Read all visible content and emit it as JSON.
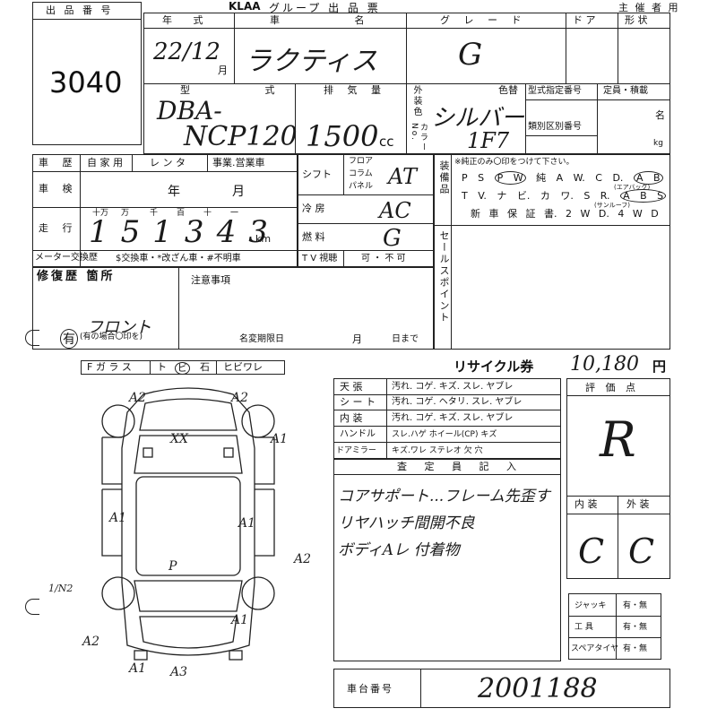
{
  "header": {
    "brand": "KLAA",
    "title": "グループ 出 品 票",
    "organizer_label": "主 催 者 用"
  },
  "lot": {
    "label": "出 品 番 号",
    "number": "3040"
  },
  "vehicle": {
    "year_label": "年 式",
    "car_label": "車 名",
    "grade_label": "グ レ ー ド",
    "door_label": "ド ア",
    "shape_label": "形 状",
    "year_value": "22/12",
    "year_unit": "月",
    "car_value": "ラクティス",
    "grade_value": "G",
    "model_label": "型 式",
    "model_value_1": "DBA-",
    "model_value_2": "NCP120",
    "displacement_label": "排 気 量",
    "displacement_value": "1500",
    "displacement_unit": "cc",
    "exterior_label": "外装色",
    "color_code_label": "カラーNo.",
    "color_change_label": "色替",
    "color_value": "シルバー",
    "color_code_value": "1F7",
    "type_designation_label": "型式指定番号",
    "category_label": "類別区別番号",
    "capacity_label": "定員・積載",
    "capacity_unit_1": "名",
    "capacity_unit_2": "kg"
  },
  "history": {
    "label": "車 歴",
    "opts": [
      "自 家 用",
      "レ ン タ",
      "事業.営業車"
    ]
  },
  "inspection": {
    "label": "車 検",
    "year": "年",
    "month": "月"
  },
  "mileage": {
    "label": "走 行",
    "units": [
      "十万",
      "万",
      "千",
      "百",
      "十",
      "一"
    ],
    "digits": [
      "1",
      "5",
      "1",
      "3",
      "4",
      "3"
    ],
    "unit": "km"
  },
  "meter": {
    "label": "メーター交換歴",
    "opts": "$交換車・*改ざん車・#不明車"
  },
  "shift": {
    "label": "シフト",
    "opts": [
      "フロア",
      "コラム",
      "パネル"
    ],
    "value": "AT"
  },
  "ac": {
    "label": "冷 房",
    "value": "AC"
  },
  "fuel": {
    "label": "燃 料",
    "value": "G"
  },
  "tv": {
    "label": "T V 視聴",
    "value": "可 ・ 不 可"
  },
  "equipment": {
    "label": "装備品",
    "note": "※純正のみ〇印をつけて下さい。",
    "row1": [
      "P S",
      "P W",
      "純 A W.",
      "C D.",
      "A B"
    ],
    "row2": [
      "T V.",
      "ナ ビ.",
      "カ ワ.",
      "S R.",
      "A B S"
    ],
    "sunroof": "(サンルーフ)",
    "airbag": "(エアバッグ)",
    "row3": [
      "新 車 保 証 書.",
      "2 W D.",
      "4 W D"
    ]
  },
  "sellpoint": {
    "label": "セールスポイント"
  },
  "repair": {
    "label": "修復歴 箇所",
    "value": "フロント",
    "has": "有",
    "note": "(有の場合〇印を)"
  },
  "notes": {
    "label": "注意事項",
    "meter_change_label": "名変期限日",
    "month": "月",
    "until": "日まで"
  },
  "glass": {
    "label": "F ガ ラ ス",
    "opts": [
      "ト",
      "ビ",
      "石",
      "ヒビワレ"
    ]
  },
  "recycle": {
    "label": "リサイクル券",
    "amount": "10,180",
    "unit": "円"
  },
  "interior_table": {
    "rows": [
      {
        "label": "天 張",
        "opts": "汚れ. コゲ. キズ. スレ. ヤブレ"
      },
      {
        "label": "シ ー ト",
        "opts": "汚れ. コゲ. ヘタリ. スレ. ヤブレ"
      },
      {
        "label": "内 装",
        "opts": "汚れ. コゲ. キズ. スレ. ヤブレ"
      },
      {
        "label": "ハンドル",
        "opts": "スレ.ハゲ ホイール(CP) キズ"
      },
      {
        "label": "ドアミラー",
        "opts": "キズ.ワレ ステレオ 欠 穴"
      }
    ]
  },
  "inspector": {
    "label": "査 定 員 記 入",
    "lines": [
      "コアサポート...フレーム先歪す",
      "リヤハッチ間開不良",
      "ボディAレ 付着物"
    ]
  },
  "rating": {
    "label": "評 価 点",
    "score": "R",
    "interior_label": "内 装",
    "exterior_label": "外 装",
    "interior": "C",
    "exterior": "C"
  },
  "tools": {
    "rows": [
      {
        "label": "ジャッキ",
        "value": "有・無"
      },
      {
        "label": "工 具",
        "value": "有・無"
      },
      {
        "label": "スペアタイヤ",
        "value": "有・無"
      }
    ]
  },
  "chassis": {
    "label": "車台番号",
    "value": "2001188"
  },
  "diagram_marks": [
    "A2",
    "A2",
    "XX",
    "A1",
    "A1",
    "A1",
    "A2",
    "P",
    "A1",
    "A2",
    "A1",
    "A3",
    "1/N2"
  ]
}
